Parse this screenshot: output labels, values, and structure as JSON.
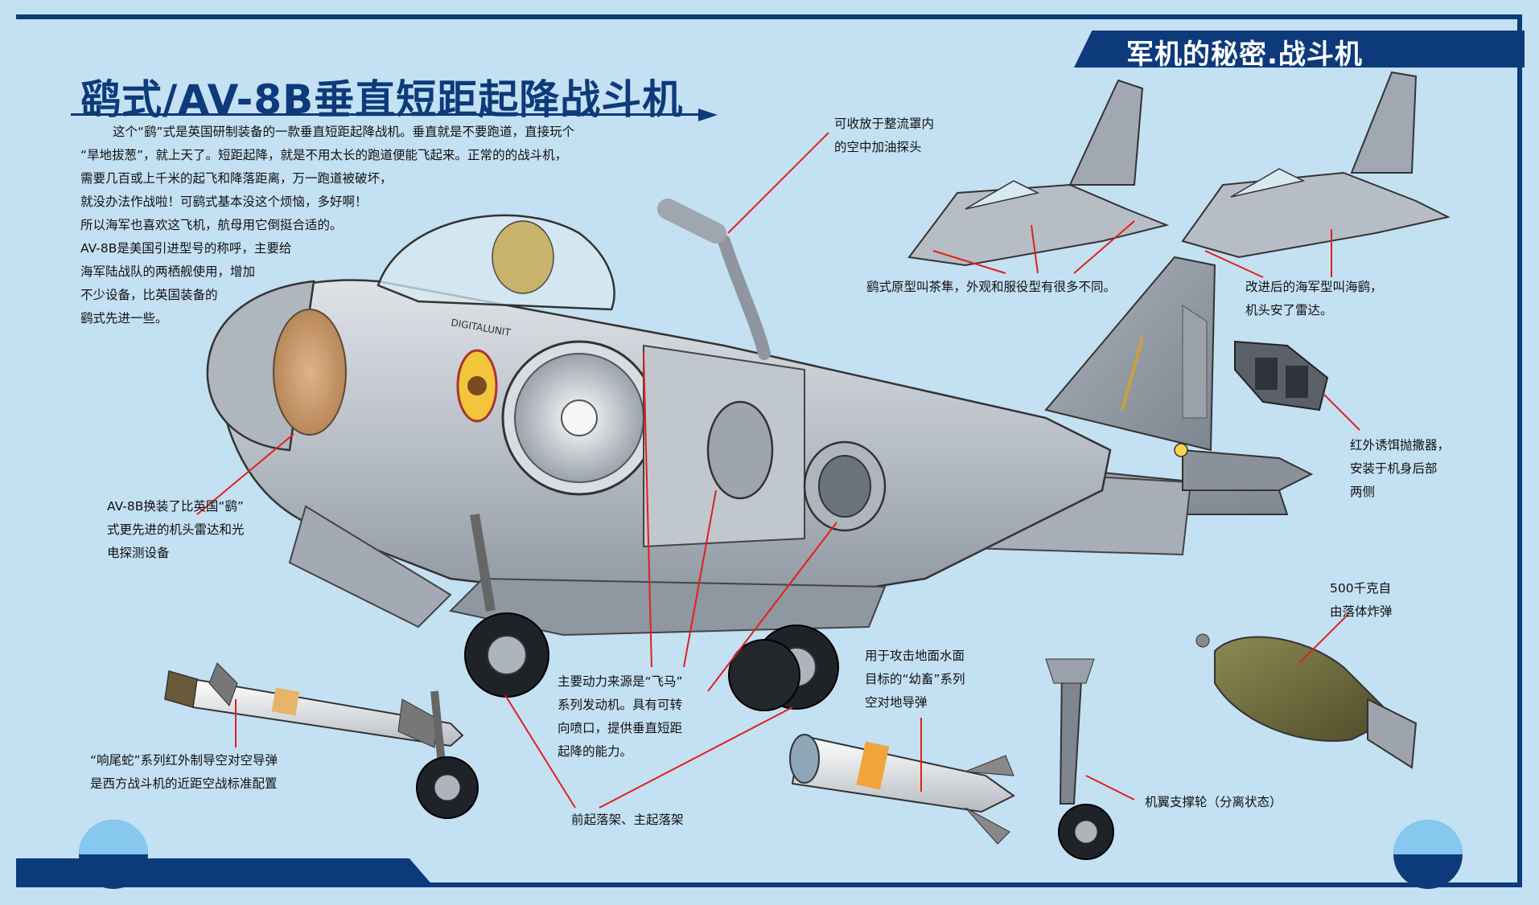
{
  "header": {
    "series_title": "军机的秘密.战斗机",
    "title": "鹞式/AV-8B垂直短距起降战斗机"
  },
  "intro_lines": [
    "这个“鹞”式是英国研制装备的一款垂直短距起降战机。垂直就是不要跑道，直接玩个",
    "“旱地拔葱”，就上天了。短距起降，就是不用太长的跑道便能飞起来。正常的的战斗机，",
    "需要几百或上千米的起飞和降落距离，万一跑道被破坏，",
    "就没办法作战啦！可鹞式基本没这个烦恼，多好啊！",
    "所以海军也喜欢这飞机，航母用它倒挺合适的。",
    "AV-8B是美国引进型号的称呼，主要给",
    "海军陆战队的两栖舰使用，增加",
    "不少设备，比英国装备的",
    "鹞式先进一些。"
  ],
  "callouts": {
    "refuel_probe": [
      "可收放于整流罩内",
      "的空中加油探头"
    ],
    "prototype": [
      "鹞式原型叫茶隼，外观和服役型有很多不同。"
    ],
    "sea_harrier": [
      "改进后的海军型叫海鹞，",
      "机头安了雷达。"
    ],
    "radar": [
      "AV-8B换装了比英国“鹞”",
      "式更先进的机头雷达和光",
      "电探测设备"
    ],
    "flares": [
      "红外诱饵抛撒器，",
      "安装于机身后部",
      "两侧"
    ],
    "bomb": [
      "500千克自",
      "由落体炸弹"
    ],
    "engine": [
      "主要动力来源是“飞马”",
      "系列发动机。具有可转",
      "向喷口，提供垂直短距",
      "起降的能力。"
    ],
    "maverick": [
      "用于攻击地面水面",
      "目标的“幼畜”系列",
      "空对地导弹"
    ],
    "sidewinder": [
      "“响尾蛇”系列红外制导空对空导弹",
      "是西方战斗机的近距空战标准配置"
    ],
    "landing_gear": [
      "前起落架、主起落架"
    ],
    "outrigger": [
      "机翼支撑轮（分离状态）"
    ]
  },
  "aircraft": {
    "nose_text": "DIGITALUNIT"
  },
  "colors": {
    "frame": "#0d3a7a",
    "background": "#c4e0f3",
    "leader_line": "#e0201c",
    "airframe": "#b9bfc6"
  }
}
